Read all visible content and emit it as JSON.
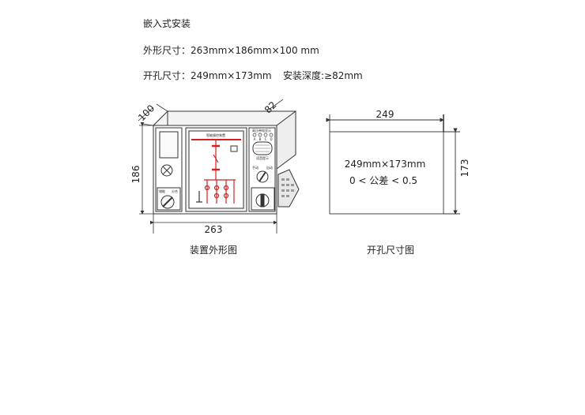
{
  "specs": {
    "mount_type": "嵌入式安装",
    "outline_size": "外形尺寸：263mm×186mm×100 mm",
    "cutout_size": "开孔尺寸：249mm×173mm",
    "mount_depth": "安装深度:≥82mm"
  },
  "device_drawing": {
    "depth_label": "100",
    "install_depth_label": "82",
    "height_label": "186",
    "width_label": "263",
    "caption": "装置外形图",
    "panel_title": "智能操控装置",
    "right_panel_title": "高压带电显示",
    "voice_label": "语音提示",
    "left_switch_labels": [
      "储能",
      "分合"
    ],
    "right_switch_labels": [
      "手动",
      "自动"
    ],
    "indicator_labels": [
      "A",
      "B",
      "C",
      "D"
    ],
    "accent_color": "#d42020"
  },
  "cutout_drawing": {
    "width_label": "249",
    "height_label": "173",
    "size_text": "249mm×173mm",
    "tolerance_text": "0 < 公差 < 0.5",
    "caption": "开孔尺寸图"
  }
}
